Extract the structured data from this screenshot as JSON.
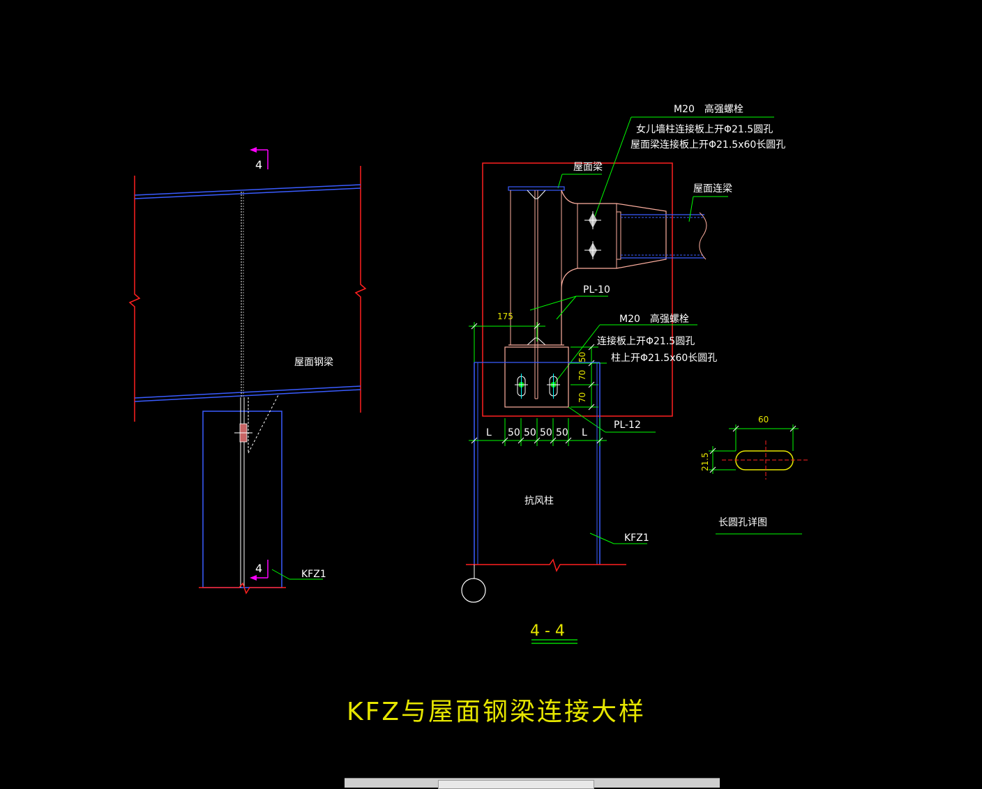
{
  "colors": {
    "background": "#000000",
    "red": "#ff2020",
    "blue": "#3a5cff",
    "green": "#00ff00",
    "yellow": "#e6e600",
    "magenta": "#ff00ff",
    "white": "#ffffff",
    "cyan": "#00ffff"
  },
  "left_view": {
    "section_mark_top": "4",
    "section_mark_bottom": "4",
    "beam_label": "屋面钢梁",
    "column_label": "KFZ1"
  },
  "section_view": {
    "bolt_top_label": "M20　高强螺栓",
    "bolt_top_note1": "女儿墙柱连接板上开Φ21.5圆孔",
    "bolt_top_note2": "屋面梁连接板上开Φ21.5x60长圆孔",
    "roof_beam_label": "屋面梁",
    "tie_beam_label": "屋面连梁",
    "plate10_label": "PL-10",
    "dim_175": "175",
    "bolt_bottom_label": "M20　高强螺栓",
    "bolt_bottom_note1": "连接板上开Φ21.5圆孔",
    "bolt_bottom_note2": "柱上开Φ21.5x60长圆孔",
    "dim_50_vert": "50",
    "dim_70_a": "70",
    "dim_70_b": "70",
    "plate12_label": "PL-12",
    "bottom_dims": [
      "L",
      "50",
      "50",
      "50",
      "50",
      "L"
    ],
    "column_label": "抗风柱",
    "kfz_label": "KFZ1",
    "section_title": "4 - 4"
  },
  "slot_detail": {
    "dim_width": "60",
    "dim_height": "21.5",
    "label": "长圆孔详图"
  },
  "drawing_title": "KFZ与屋面钢梁连接大样"
}
